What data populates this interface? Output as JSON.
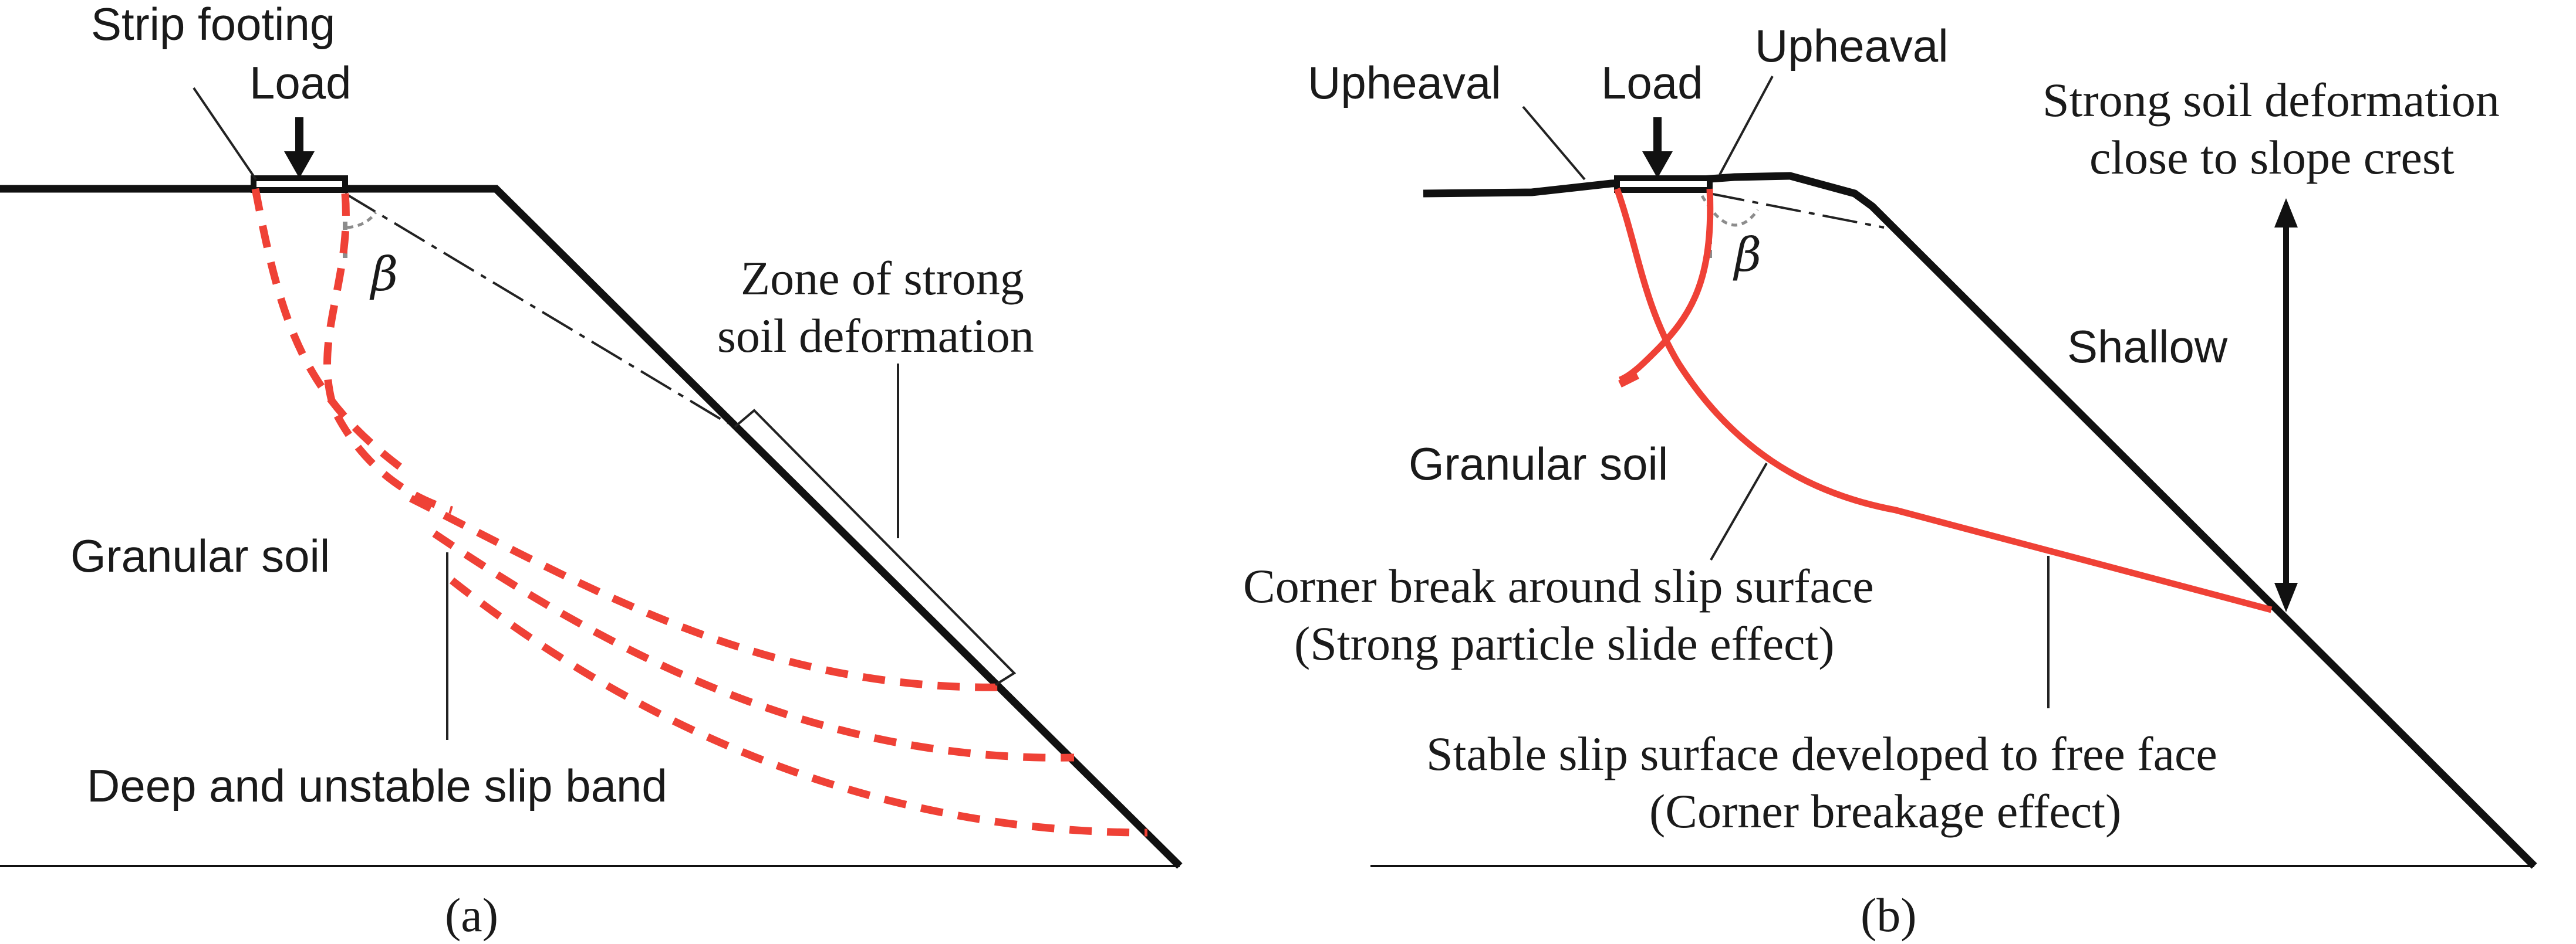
{
  "panel_a": {
    "caption": "(a)",
    "labels": {
      "strip_footing": "Strip footing",
      "load": "Load",
      "beta": "β",
      "zone_line1": "Zone of strong",
      "zone_line2": "soil deformation",
      "granular_soil": "Granular soil",
      "slip_band": "Deep and unstable slip band"
    }
  },
  "panel_b": {
    "caption": "(b)",
    "labels": {
      "upheaval_left": "Upheaval",
      "load": "Load",
      "upheaval_right": "Upheaval",
      "beta": "β",
      "strong_line1": "Strong soil deformation",
      "strong_line2": "close to slope crest",
      "shallow": "Shallow",
      "granular_soil": "Granular soil",
      "corner_line1": "Corner break around slip surface",
      "corner_line2": "(Strong particle slide effect)",
      "stable_line1": "Stable slip surface developed to free face",
      "stable_line2": "(Corner breakage effect)"
    }
  },
  "colors": {
    "slip": "#ef4136",
    "ground": "#111111"
  }
}
